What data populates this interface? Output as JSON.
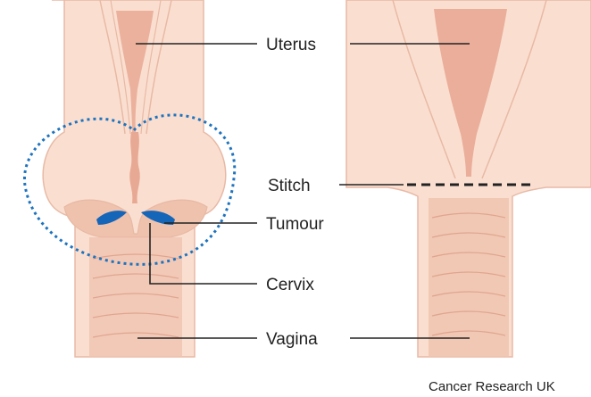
{
  "diagram": {
    "labels": {
      "uterus": "Uterus",
      "stitch": "Stitch",
      "tumour": "Tumour",
      "cervix": "Cervix",
      "vagina": "Vagina"
    },
    "credit": "Cancer Research UK"
  },
  "colors": {
    "outer_tissue": "#fadfd1",
    "outline": "#e8b9a5",
    "inner_canal": "#e8a994",
    "vaginal_wall": "#efc2ad",
    "tumour": "#1565b8",
    "removed_area_outline": "#1e73be",
    "stitch": "#222222",
    "text": "#222222"
  }
}
